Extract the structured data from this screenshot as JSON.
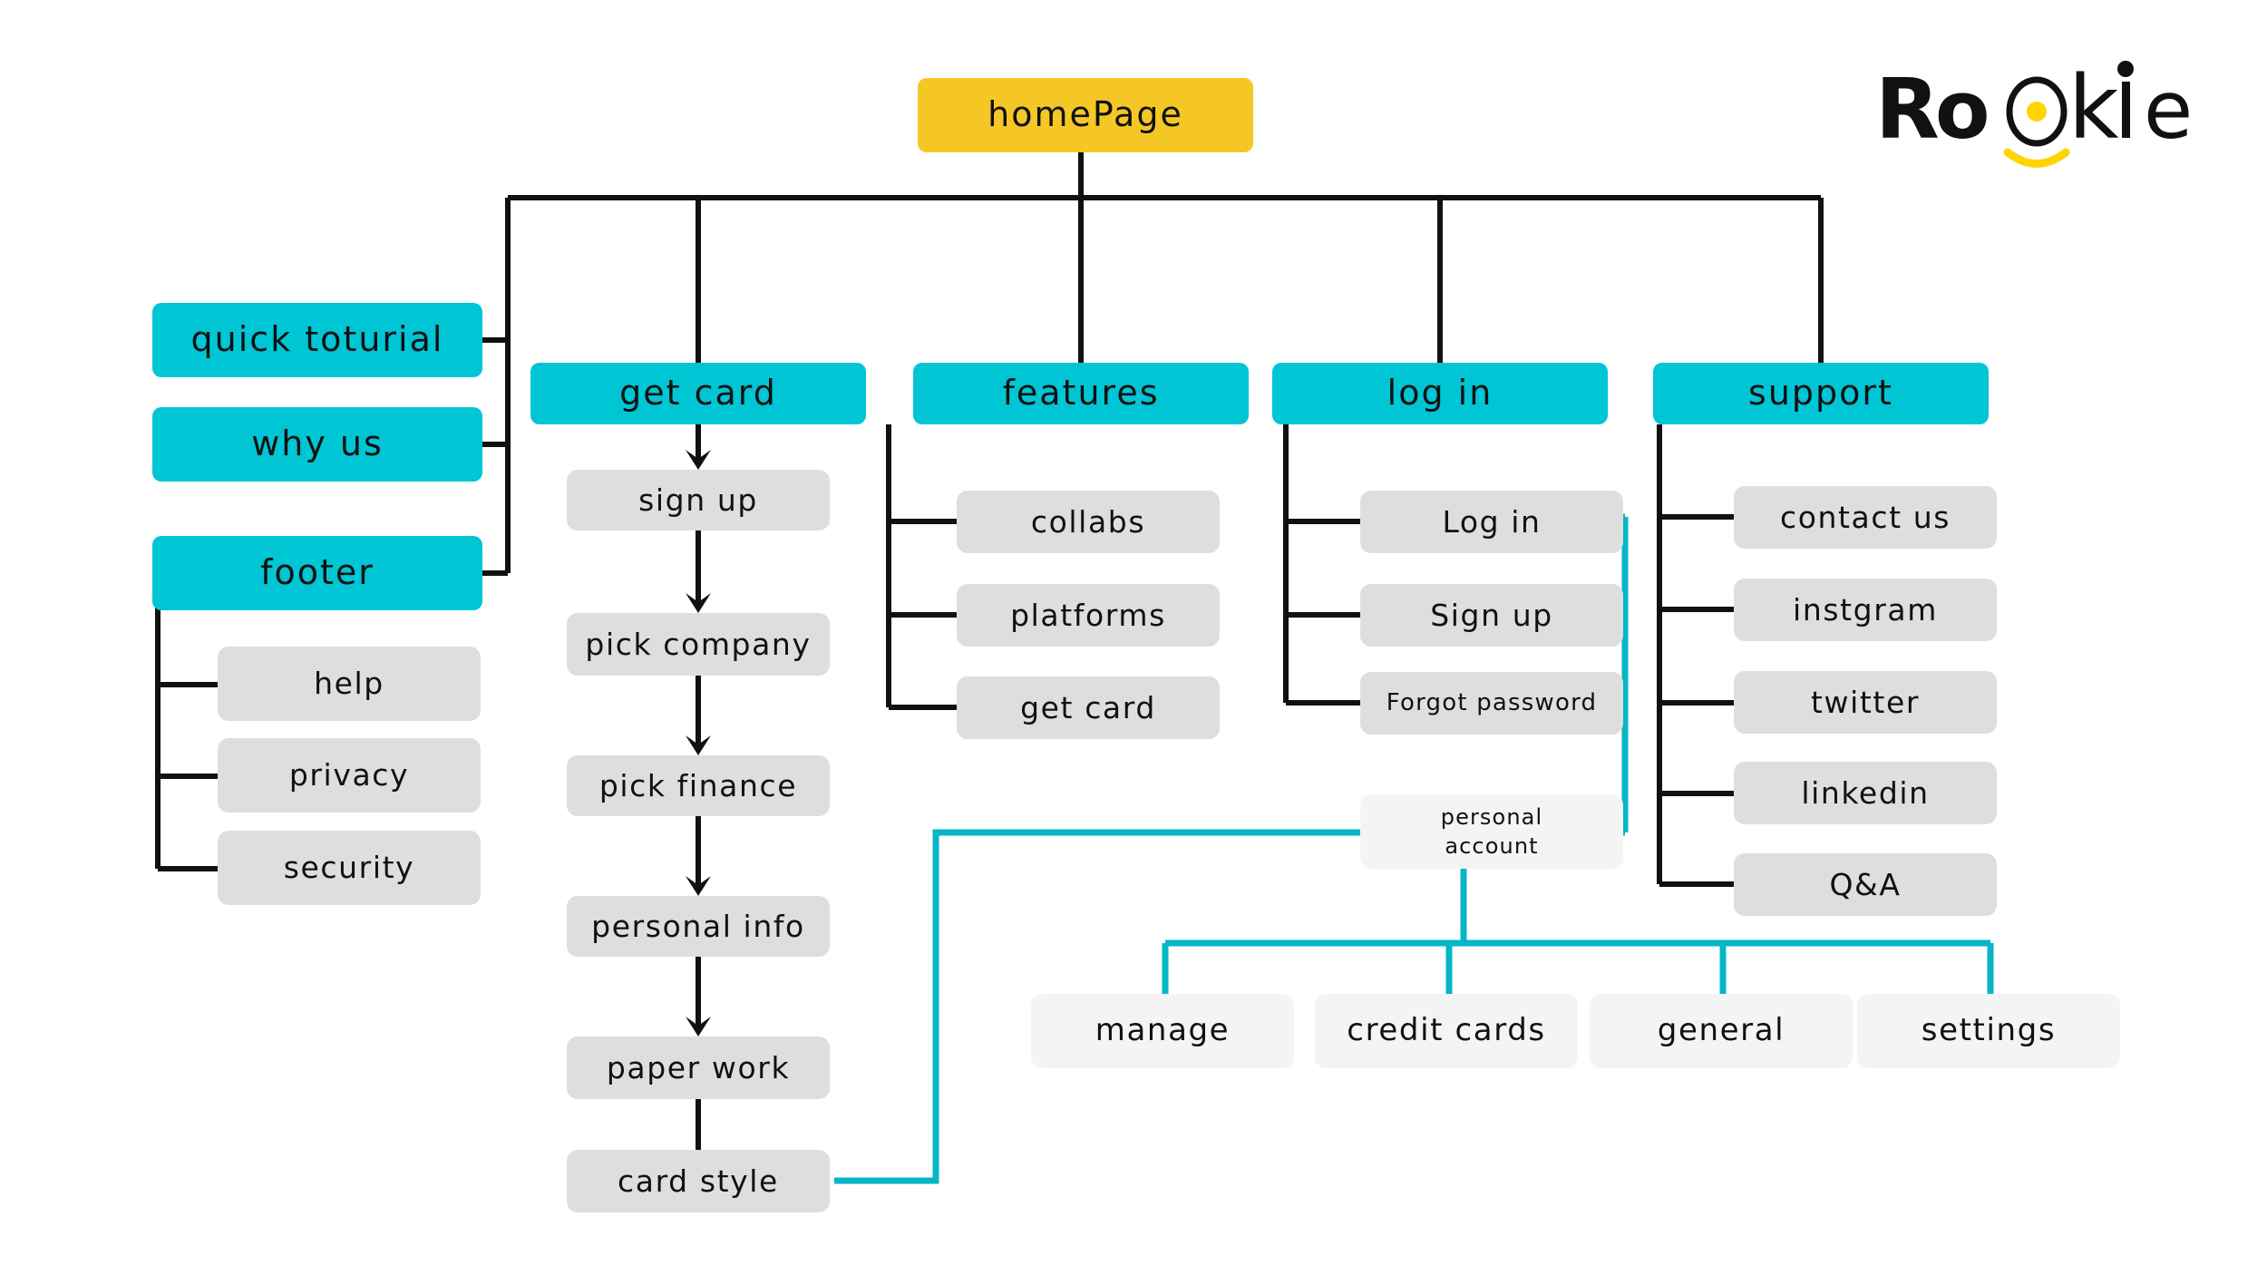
{
  "brand": {
    "name": "Rookie",
    "letters": [
      "R",
      "o",
      "o",
      "k",
      "i",
      "e"
    ],
    "dot_color": "#ffd400",
    "smile_color": "#ffd400",
    "text_color": "#111111"
  },
  "palette": {
    "root": "#f5c726",
    "section": "#00c5d4",
    "leaf": "#dedede",
    "soft": "#f4f4f4",
    "wire_dark": "#111111",
    "wire_teal": "#06b6c6",
    "background": "#ffffff"
  },
  "root": {
    "label": "homePage"
  },
  "left_column": {
    "items": [
      {
        "label": "quick toturial"
      },
      {
        "label": "why us"
      },
      {
        "label": "footer"
      }
    ],
    "footer_children": [
      {
        "label": "help"
      },
      {
        "label": "privacy"
      },
      {
        "label": "security"
      }
    ]
  },
  "sections": [
    {
      "label": "get card",
      "flow": [
        {
          "label": "sign up"
        },
        {
          "label": "pick company"
        },
        {
          "label": "pick finance"
        },
        {
          "label": "personal info"
        },
        {
          "label": "paper work"
        },
        {
          "label": "card style"
        }
      ]
    },
    {
      "label": "features",
      "children": [
        {
          "label": "collabs"
        },
        {
          "label": "platforms"
        },
        {
          "label": "get card"
        }
      ]
    },
    {
      "label": "log in",
      "children": [
        {
          "label": "Log in"
        },
        {
          "label": "Sign up"
        },
        {
          "label": "Forgot password"
        }
      ]
    },
    {
      "label": "support",
      "children": [
        {
          "label": "contact us"
        },
        {
          "label": "instgram"
        },
        {
          "label": "twitter"
        },
        {
          "label": "linkedin"
        },
        {
          "label": "Q&A"
        }
      ]
    }
  ],
  "account": {
    "label": "personal\naccount",
    "children": [
      {
        "label": "manage"
      },
      {
        "label": "credit cards"
      },
      {
        "label": "general"
      },
      {
        "label": "settings"
      }
    ]
  }
}
